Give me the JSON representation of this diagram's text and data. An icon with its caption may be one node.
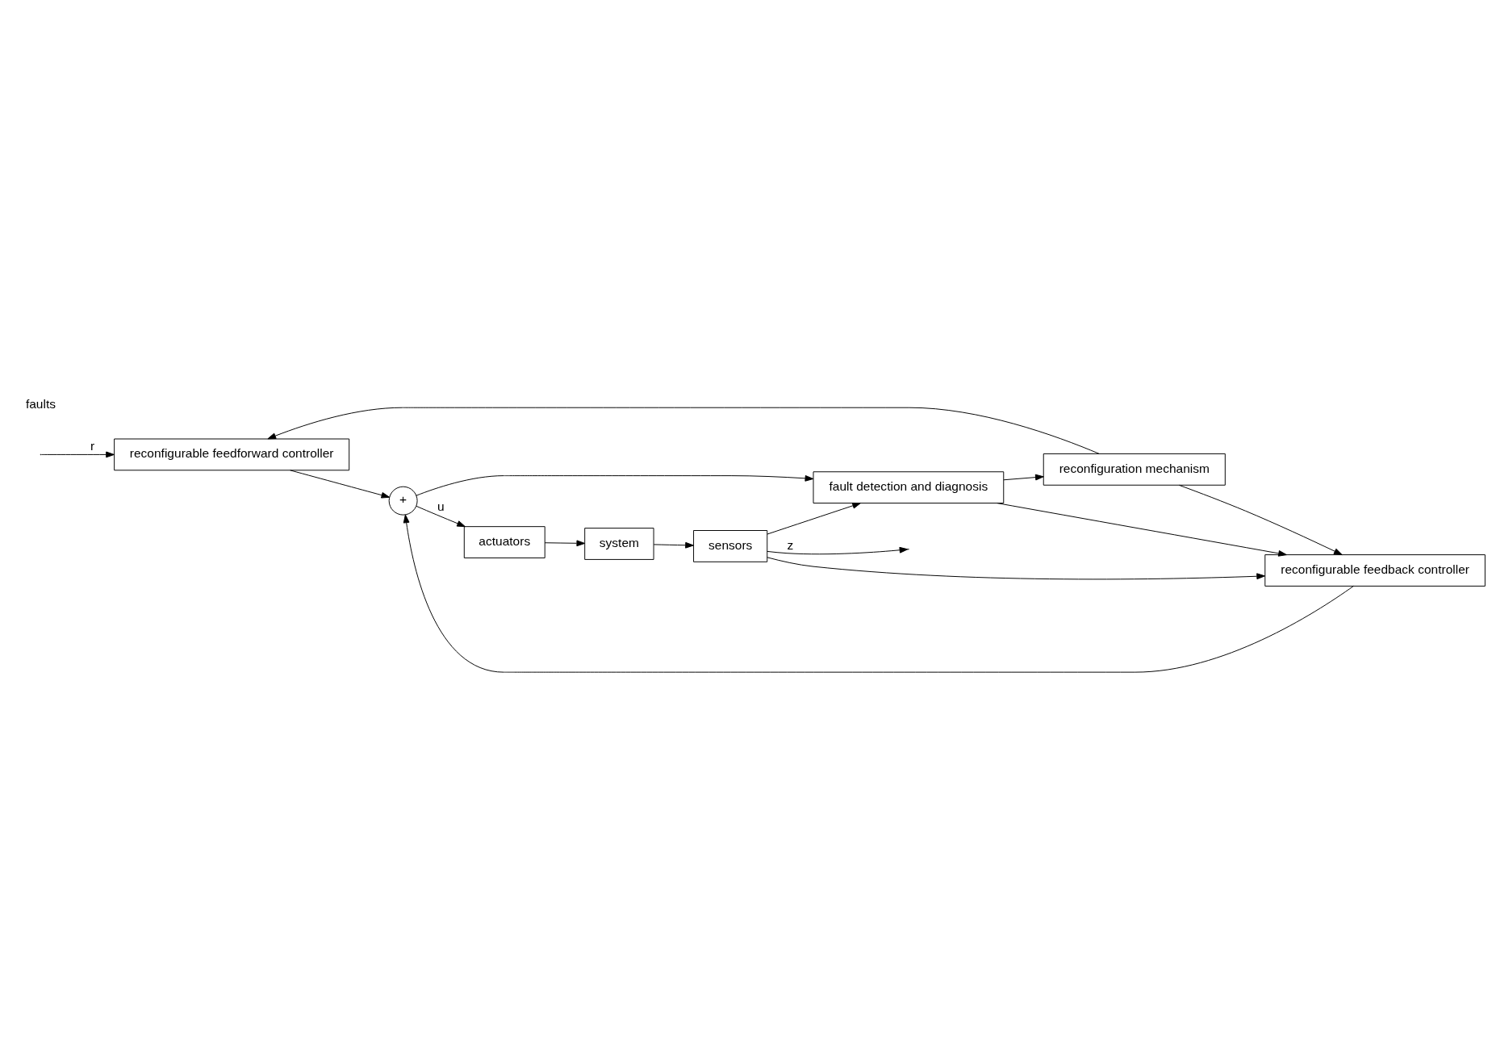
{
  "diagram": {
    "nodes": [
      {
        "text": [
          "reconfigurable feedforward controller"
        ]
      },
      {
        "text": [
          "+"
        ]
      },
      {
        "text": [
          "fault detection and diagnosis"
        ]
      },
      {
        "text": [
          "actuators"
        ]
      },
      {
        "text": [
          "system"
        ]
      },
      {
        "text": [
          "sensors"
        ]
      },
      {
        "text": [
          "reconfiguration mechanism"
        ]
      },
      {
        "text": [
          "reconfigurable feedback controller"
        ]
      }
    ],
    "edges": [
      {
        "from": null,
        "to": 0,
        "arrow": "to",
        "label": "r"
      },
      {
        "from": 0,
        "to": 1,
        "arrow": "to"
      },
      {
        "from": 1,
        "to": 3,
        "arrow": "to",
        "label": "u"
      },
      {
        "from": 1,
        "to": 2,
        "arrow": "to"
      },
      {
        "from": 3,
        "to": 4,
        "arrow": "to"
      },
      {
        "from": 4,
        "to": 5,
        "arrow": "to"
      },
      {
        "from": 5,
        "to": null,
        "arrow": "to",
        "label": "z"
      },
      {
        "from": 5,
        "to": 2,
        "arrow": "to"
      },
      {
        "from": 5,
        "to": 7,
        "arrow": "to"
      },
      {
        "from": 2,
        "to": 6,
        "arrow": "to"
      },
      {
        "from": 2,
        "to": 7,
        "arrow": "to"
      },
      {
        "from": 7,
        "to": 1,
        "arrow": "to"
      },
      {
        "from": 6,
        "to": 0,
        "arrow": "to"
      },
      {
        "from": 6,
        "to": 7,
        "arrow": "to"
      }
    ],
    "labels": [
      "faults"
    ]
  }
}
